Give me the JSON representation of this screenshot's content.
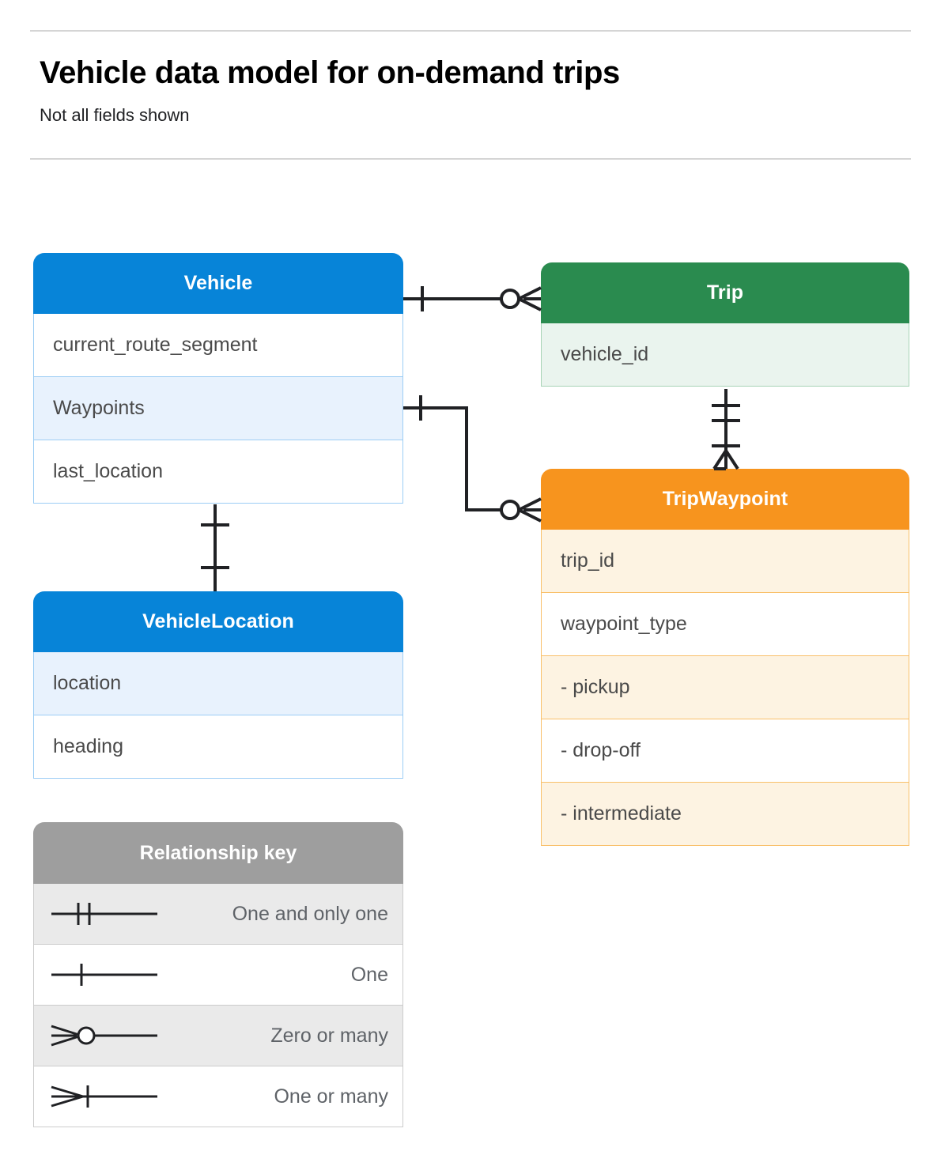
{
  "header": {
    "title": "Vehicle data model for on-demand trips",
    "subtitle": "Not all fields shown"
  },
  "entities": [
    {
      "id": "vehicle",
      "name": "Vehicle",
      "color": "#0784d8",
      "rows": [
        {
          "label": "current_route_segment",
          "tinted": false
        },
        {
          "label": "Waypoints",
          "tinted": true
        },
        {
          "label": "last_location",
          "tinted": false
        }
      ]
    },
    {
      "id": "vehiclelocation",
      "name": "VehicleLocation",
      "color": "#0784d8",
      "rows": [
        {
          "label": "location",
          "tinted": true
        },
        {
          "label": "heading",
          "tinted": false
        }
      ]
    },
    {
      "id": "trip",
      "name": "Trip",
      "color": "#2a8b4f",
      "rows": [
        {
          "label": "vehicle_id",
          "tinted": true
        }
      ]
    },
    {
      "id": "tripwaypoint",
      "name": "TripWaypoint",
      "color": "#f7941e",
      "rows": [
        {
          "label": "trip_id",
          "tinted": true
        },
        {
          "label": "waypoint_type",
          "tinted": false
        },
        {
          "label": "-  pickup",
          "tinted": true
        },
        {
          "label": "-  drop-off",
          "tinted": false
        },
        {
          "label": "-  intermediate",
          "tinted": true
        }
      ]
    }
  ],
  "legend": {
    "title": "Relationship key",
    "rows": [
      {
        "symbol": "one-and-only-one-icon",
        "label": "One and only one",
        "tinted": true
      },
      {
        "symbol": "one-icon",
        "label": "One",
        "tinted": false
      },
      {
        "symbol": "zero-or-many-icon",
        "label": "Zero or many",
        "tinted": true
      },
      {
        "symbol": "one-or-many-icon",
        "label": "One or many",
        "tinted": false
      }
    ]
  },
  "relationships": [
    {
      "from": "Vehicle",
      "to": "Trip",
      "from_cardinality": "One",
      "to_cardinality": "Zero or many"
    },
    {
      "from": "Vehicle.Waypoints",
      "to": "TripWaypoint",
      "from_cardinality": "One",
      "to_cardinality": "Zero or many"
    },
    {
      "from": "Trip",
      "to": "TripWaypoint",
      "from_cardinality": "One and only one",
      "to_cardinality": "One or many"
    },
    {
      "from": "Vehicle",
      "to": "VehicleLocation",
      "from_cardinality": "One",
      "to_cardinality": "One"
    }
  ]
}
